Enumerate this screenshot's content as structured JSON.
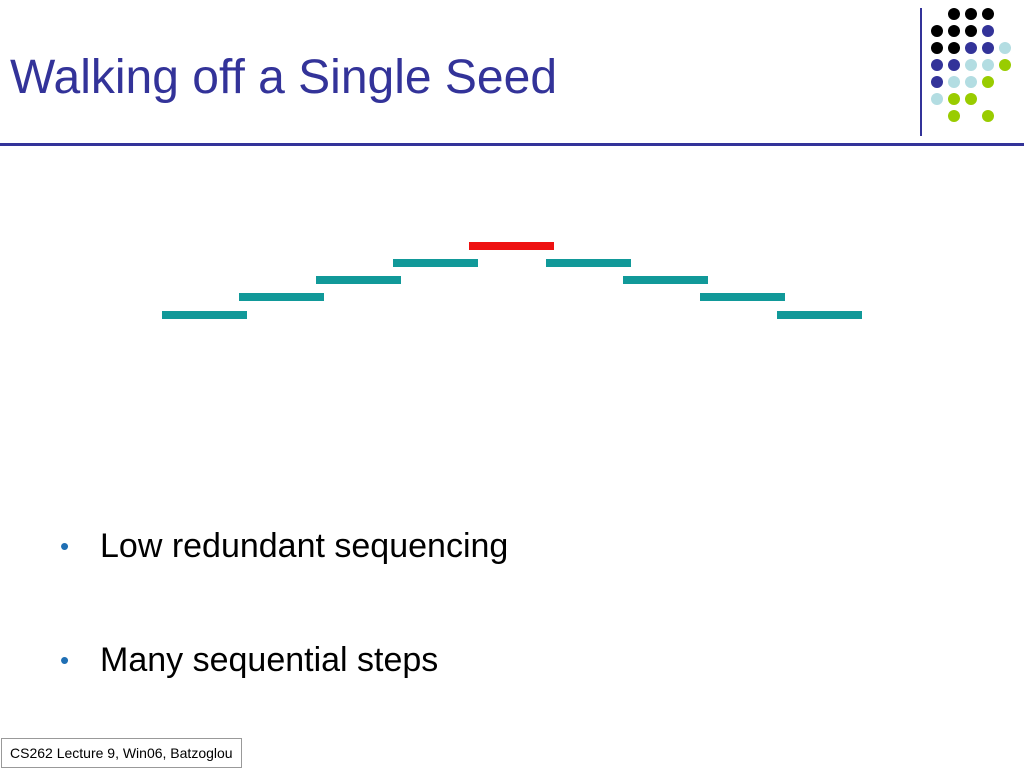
{
  "slide": {
    "title": "Walking off a Single Seed",
    "bullets": [
      "Low redundant sequencing",
      "Many sequential steps"
    ],
    "bullet_marker": "•",
    "footer": "CS262 Lecture 9, Win06, Batzoglou"
  },
  "colors": {
    "title": "#333399",
    "seed": "#ee1111",
    "read": "#119999",
    "bullet_marker": "#1f6fb4"
  },
  "decoration": {
    "dot_colors": {
      "k": "#000000",
      "p": "#333399",
      "c": "#b3dde2",
      "g": "#99cc00"
    },
    "dot_pattern": [
      ".kkk.",
      "kkkp.",
      "kkppc",
      "ppccg",
      "pccg.",
      "cgg..",
      ".g.g."
    ]
  }
}
